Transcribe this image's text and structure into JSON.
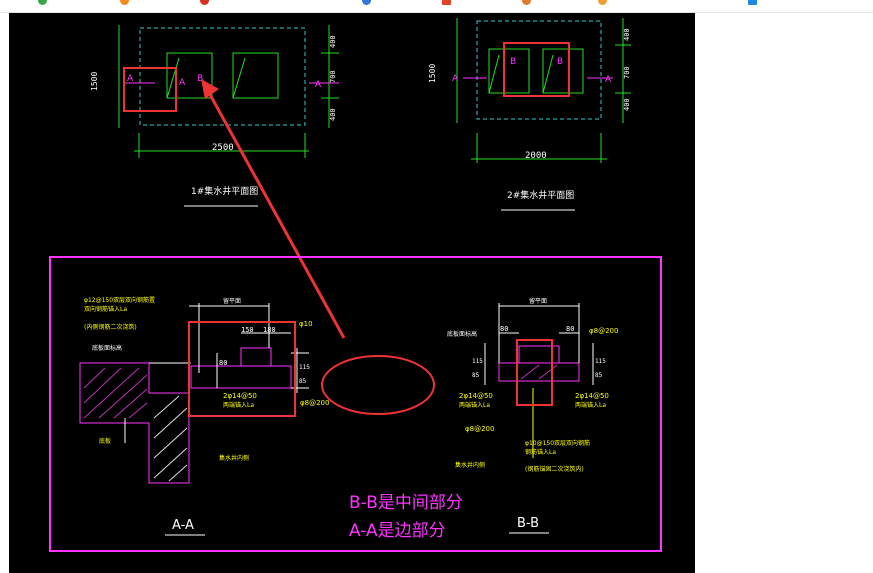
{
  "toolbar": {
    "icons": [
      "green-app-icon",
      "orange-app-icon",
      "red-app-icon",
      "blue-app-icon",
      "red-square-app-icon",
      "multicolor-app-icon",
      "orange-circle-app-icon",
      "blue-square-app-icon"
    ],
    "colors": [
      "#3aa64a",
      "#f08c1e",
      "#d93025",
      "#2f7ad9",
      "#e2412b",
      "#e07b2a",
      "#f0a030",
      "#1e88e5"
    ]
  },
  "drawing": {
    "plan1": {
      "title": "1#集水井平面图",
      "dim_width": "2500",
      "dim_height": "1500",
      "dim_right": [
        "400",
        "700",
        "400"
      ],
      "section_marks": [
        "A",
        "A",
        "B",
        "A"
      ]
    },
    "plan2": {
      "title": "2#集水井平面图",
      "dim_width": "2000",
      "dim_height": "1500",
      "dim_right": [
        "400",
        "700",
        "400"
      ],
      "section_marks": [
        "A",
        "B",
        "B",
        "A"
      ]
    },
    "section_aa": {
      "title": "A-A",
      "notes": [
        "φ12@150双层双向钢筋置",
        "双向钢筋锚入La",
        "(内侧钢筋二次浇筑)"
      ],
      "label_slab": "底板面标高",
      "label_top": "留平面",
      "label_bottom": "集水井内侧",
      "label_left": "底板",
      "dims": [
        "150",
        "180",
        "80",
        "115",
        "85"
      ],
      "rebar_1": "φ10",
      "rebar_2": "2φ14@50",
      "rebar_3": "两端锚入La",
      "rebar_4": "φ8@200"
    },
    "section_bb": {
      "title": "B-B",
      "label_slab": "底板面标高",
      "label_top": "留平面",
      "dims": [
        "80",
        "80",
        "115",
        "85",
        "115",
        "85"
      ],
      "rebar_1": "φ8@200",
      "rebar_2": "2φ14@50",
      "rebar_3": "两端锚入La",
      "rebar_4": "φ8@200",
      "rebar_5": "φ10@150双层双向钢筋",
      "rebar_6": "钢筋锚入La",
      "rebar_7": "(钢筋锚固二次浇筑内)",
      "label_bottom": "集水井内侧"
    },
    "annotation": {
      "line1": "B-B是中间部分",
      "line2": "A-A是边部分"
    },
    "colors": {
      "background": "#000000",
      "green": "#22dd22",
      "cyan": "#33cccc",
      "yellow": "#ffff00",
      "magenta": "#ff33ff",
      "annotation_red": "#ee3333"
    }
  }
}
